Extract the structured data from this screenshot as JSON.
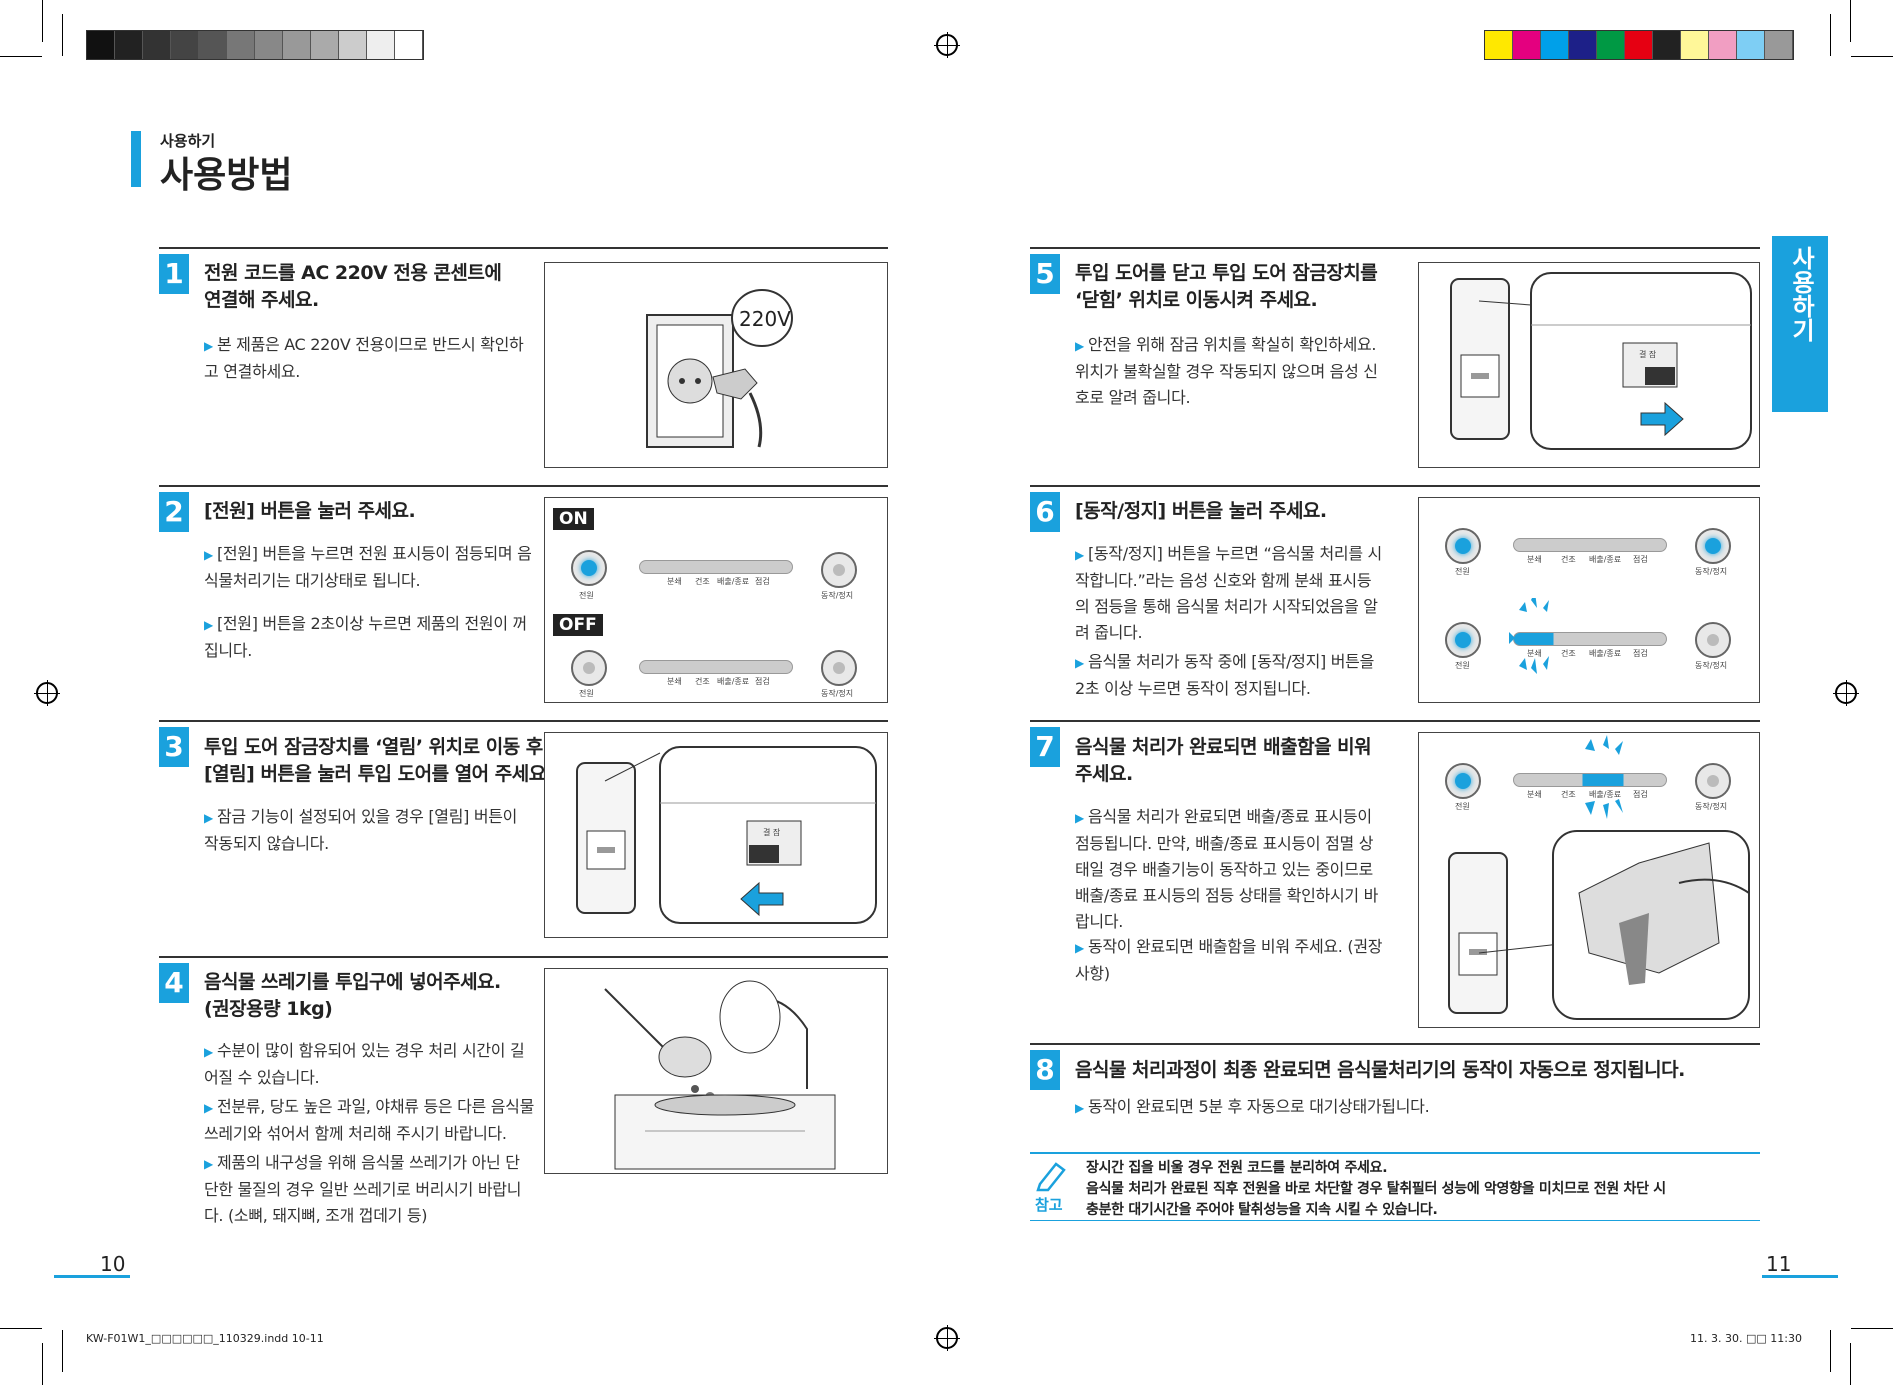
{
  "header": {
    "sub": "사용하기",
    "title": "사용방법"
  },
  "side_tab": "사용하기",
  "steps": {
    "s1": {
      "num": "1",
      "title": "전원 코드를 AC 220V 전용 콘센트에 연결해 주세요.",
      "b1": "본 제품은 AC 220V 전용이므로 반드시 확인하고 연결하세요.",
      "volt": "220V"
    },
    "s2": {
      "num": "2",
      "title": "[전원] 버튼을 눌러 주세요.",
      "b1": "[전원] 버튼을 누르면 전원 표시등이 점등되며 음식물처리기는 대기상태로 됩니다.",
      "b2": "[전원] 버튼을 2초이상 누르면  제품의 전원이 꺼집니다.",
      "on": "ON",
      "off": "OFF"
    },
    "s3": {
      "num": "3",
      "title": "투입 도어 잠금장치를 ‘열림’ 위치로 이동 후 [열림] 버튼을 눌러 투입 도어를 열어 주세요.",
      "b1": "잠금 기능이 설정되어 있을 경우 [열림] 버튼이 작동되지 않습니다."
    },
    "s4": {
      "num": "4",
      "title": "음식물 쓰레기를 투입구에 넣어주세요. (권장용량 1kg)",
      "b1": "수분이 많이 함유되어 있는 경우 처리 시간이 길어질 수 있습니다.",
      "b2": "전분류, 당도 높은 과일, 야채류 등은 다른 음식물 쓰레기와 섞어서 함께 처리해 주시기 바랍니다.",
      "b3": "제품의 내구성을 위해 음식물 쓰레기가 아닌 단단한 물질의 경우 일반 쓰레기로 버리시기 바랍니다. (소뼈, 돼지뼈, 조개 껍데기 등)"
    },
    "s5": {
      "num": "5",
      "title": "투입 도어를 닫고 투입 도어 잠금장치를 ‘닫힘’ 위치로 이동시켜 주세요.",
      "b1": "안전을 위해 잠금 위치를 확실히 확인하세요. 위치가 불확실할 경우 작동되지 않으며 음성 신호로 알려 줍니다."
    },
    "s6": {
      "num": "6",
      "title": "[동작/정지] 버튼을 눌러 주세요.",
      "b1": "[동작/정지] 버튼을 누르면 “음식물 처리를 시작합니다.”라는 음성 신호와 함께 분쇄 표시등의 점등을 통해 음식물 처리가 시작되었음을 알려 줍니다.",
      "b2": "음식물 처리가 동작 중에 [동작/정지] 버튼을 2초 이상 누르면 동작이 정지됩니다."
    },
    "s7": {
      "num": "7",
      "title": "음식물 처리가 완료되면 배출함을 비워 주세요.",
      "b1": "음식물 처리가 완료되면 배출/종료 표시등이 점등됩니다. 만약, 배출/종료 표시등이 점멸 상태일 경우 배출기능이 동작하고 있는 중이므로 배출/종료 표시등의 점등 상태를 확인하시기 바랍니다.",
      "b2": "동작이 완료되면 배출함을 비워 주세요. (권장사항)"
    },
    "s8": {
      "num": "8",
      "title": "음식물 처리과정이 최종 완료되면 음식물처리기의 동작이 자동으로 정지됩니다.",
      "b1": "동작이 완료되면 5분 후 자동으로 대기상태가됩니다."
    }
  },
  "panel": {
    "power": "전원",
    "run": "동작/정지",
    "l1": "분쇄",
    "l2": "건조",
    "l3": "배출/종료",
    "l4": "점검",
    "lock": "결 잠"
  },
  "note": {
    "label": "참고",
    "line1": "장시간 집을 비울 경우 전원 코드를 분리하여 주세요.",
    "line2": "음식물 처리가 완료된 직후 전원을 바로 차단할 경우 탈취필터 성능에 악영향을 미치므로 전원 차단 시",
    "line3": "충분한 대기시간을 주어야 탈취성능을 지속 시킬 수 있습니다."
  },
  "page": {
    "left": "10",
    "right": "11"
  },
  "footer": {
    "file": "KW-F01W1_□□□□□□_110329.indd   10-11",
    "date": "11. 3. 30.   □□ 11:30"
  },
  "colors": {
    "accent": "#1aa1dd"
  }
}
